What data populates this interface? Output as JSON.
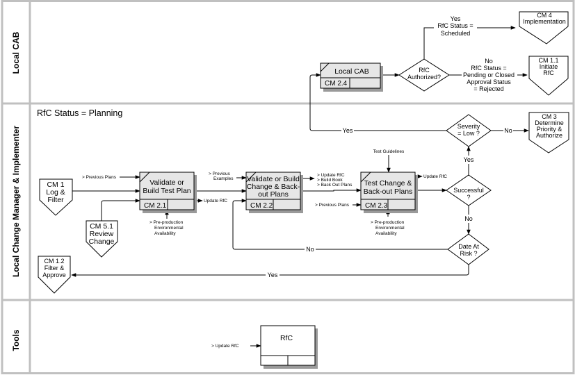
{
  "lanes": [
    {
      "label": "Local CAB"
    },
    {
      "label": "Local Change Manager & Implementer"
    },
    {
      "label": "Tools"
    }
  ],
  "status_note": "RfC Status = Planning",
  "processes": {
    "cm21": {
      "lines": [
        "Validate or",
        "Build Test Plan"
      ],
      "id": "CM 2.1"
    },
    "cm22": {
      "lines": [
        "Validate or Build",
        "Change & Back-",
        "out Plans"
      ],
      "id": "CM 2.2"
    },
    "cm23": {
      "lines": [
        "Test Change &",
        "Back-out Plans"
      ],
      "id": "CM 2.3"
    },
    "cm24": {
      "lines": [
        "Local CAB"
      ],
      "id": "CM 2.4"
    },
    "rfc_tool": {
      "lines": [
        "RfC"
      ],
      "id": ""
    }
  },
  "offpage": {
    "cm1": [
      "CM 1",
      "Log &",
      "Filter"
    ],
    "cm51": [
      "CM 5.1",
      "Review",
      "Change"
    ],
    "cm12": [
      "CM 1.2",
      "Filter &",
      "Approve"
    ],
    "cm4": [
      "CM 4",
      "Implementation"
    ],
    "cm11": [
      "CM 1.1",
      "Initiate",
      "RfC"
    ],
    "cm3": [
      "CM 3",
      "Determine",
      "Priority &",
      "Authorize"
    ]
  },
  "decisions": {
    "authorized": [
      "RfC",
      "Authorized?"
    ],
    "severity": [
      "Severity",
      "= Low ?"
    ],
    "successful": [
      "Successful",
      "?"
    ],
    "date_risk": [
      "Date At",
      "Risk ?"
    ]
  },
  "flow_labels": {
    "auth_yes": [
      "Yes",
      "RfC Status =",
      "Scheduled"
    ],
    "auth_no": [
      "No",
      "RfC Status =",
      "Pending or Closed",
      "Approval Status",
      "= Rejected"
    ],
    "severity_yes": "Yes",
    "severity_no": "No",
    "successful_yes": "Yes",
    "successful_no": "No",
    "risk_no": "No",
    "risk_yes": "Yes"
  },
  "annotations": {
    "prev_plans_1": "> Previous Plans",
    "update_rfc_1": "Update RfC",
    "preprod_1": [
      "> Pre-production",
      "Environmental",
      "Availability"
    ],
    "prev_examples": [
      "> Previous",
      "Examples"
    ],
    "cm22_outputs": [
      "> Update RfC",
      "> Build Book",
      "> Back Out Plans"
    ],
    "test_guidelines": "Test Guidelines",
    "update_rfc_2": "Update RfC",
    "prev_plans_2": "> Previous Plans",
    "preprod_2": [
      "> Pre-production",
      "Environmental",
      "Availability"
    ],
    "update_rfc_tool": "> Update RfC"
  }
}
